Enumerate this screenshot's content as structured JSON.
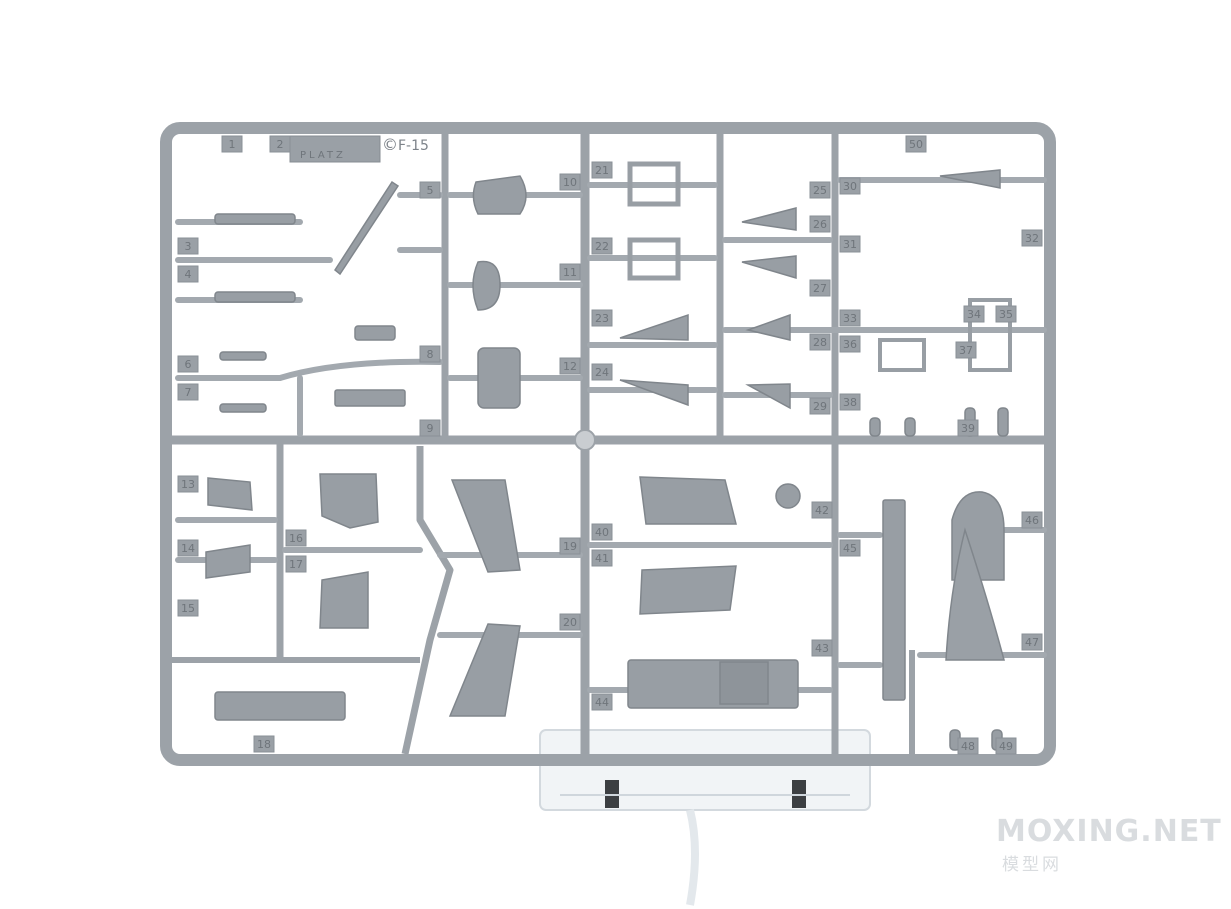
{
  "sprue": {
    "brand": "PLATZ",
    "code": "F-15",
    "copyright": "©",
    "part_numbers": [
      "1",
      "2",
      "3",
      "4",
      "5",
      "6",
      "7",
      "8",
      "9",
      "10",
      "11",
      "12",
      "13",
      "14",
      "15",
      "16",
      "17",
      "18",
      "19",
      "20",
      "21",
      "22",
      "23",
      "24",
      "25",
      "26",
      "27",
      "28",
      "29",
      "30",
      "31",
      "32",
      "33",
      "34",
      "35",
      "36",
      "37",
      "38",
      "39",
      "40",
      "41",
      "42",
      "43",
      "44",
      "45",
      "46",
      "47",
      "48",
      "49",
      "50"
    ]
  },
  "watermark": {
    "title": "MOXING.NET",
    "subtitle": "模型网"
  },
  "colors": {
    "plastic": "#9ca2a8",
    "plastic_dark": "#858b91",
    "background": "#ffffff",
    "clear_stand": "#e9eef2"
  }
}
